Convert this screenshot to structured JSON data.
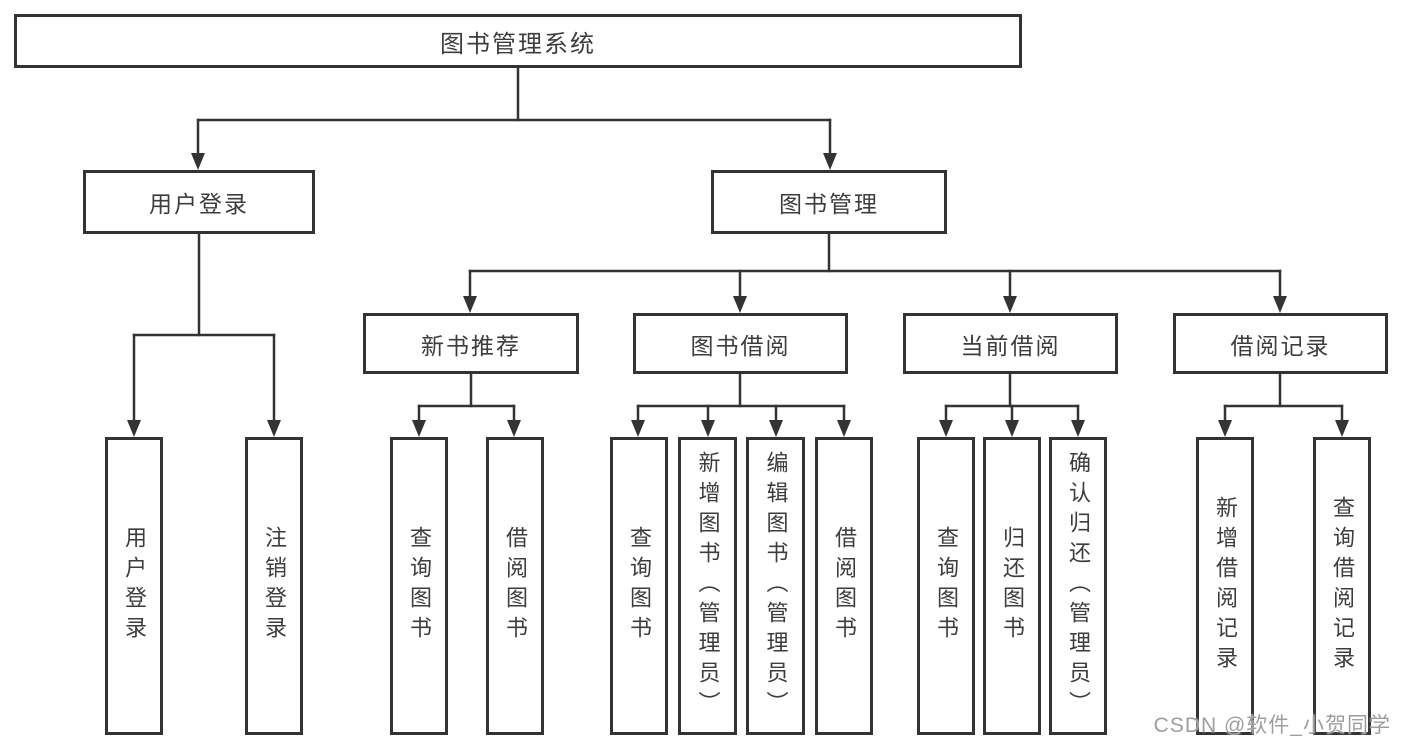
{
  "diagram_title": "图书管理系统",
  "nodes": {
    "root": "图书管理系统",
    "user_login": "用户登录",
    "book_management": "图书管理",
    "new_book_recommend": "新书推荐",
    "book_borrow": "图书借阅",
    "current_borrow": "当前借阅",
    "borrow_records": "借阅记录",
    "leaf_user_login": "用户登录",
    "leaf_logout": "注销登录",
    "leaf_query_books_rec": "查询图书",
    "leaf_borrow_books_rec": "借阅图书",
    "leaf_query_books_borrow": "查询图书",
    "leaf_add_books_admin": "新增图书（管理员）",
    "leaf_edit_books_admin": "编辑图书（管理员）",
    "leaf_borrow_books_borrow": "借阅图书",
    "leaf_query_books_current": "查询图书",
    "leaf_return_books": "归还图书",
    "leaf_confirm_return_admin": "确认归还（管理员）",
    "leaf_add_borrow_record": "新增借阅记录",
    "leaf_query_borrow_record": "查询借阅记录"
  },
  "watermark": "CSDN @软件_小贺同学",
  "colors": {
    "line": "#333333",
    "box_border": "#333333",
    "text": "#3d3d3d",
    "watermark": "#9e9e9e",
    "background": "#ffffff"
  }
}
